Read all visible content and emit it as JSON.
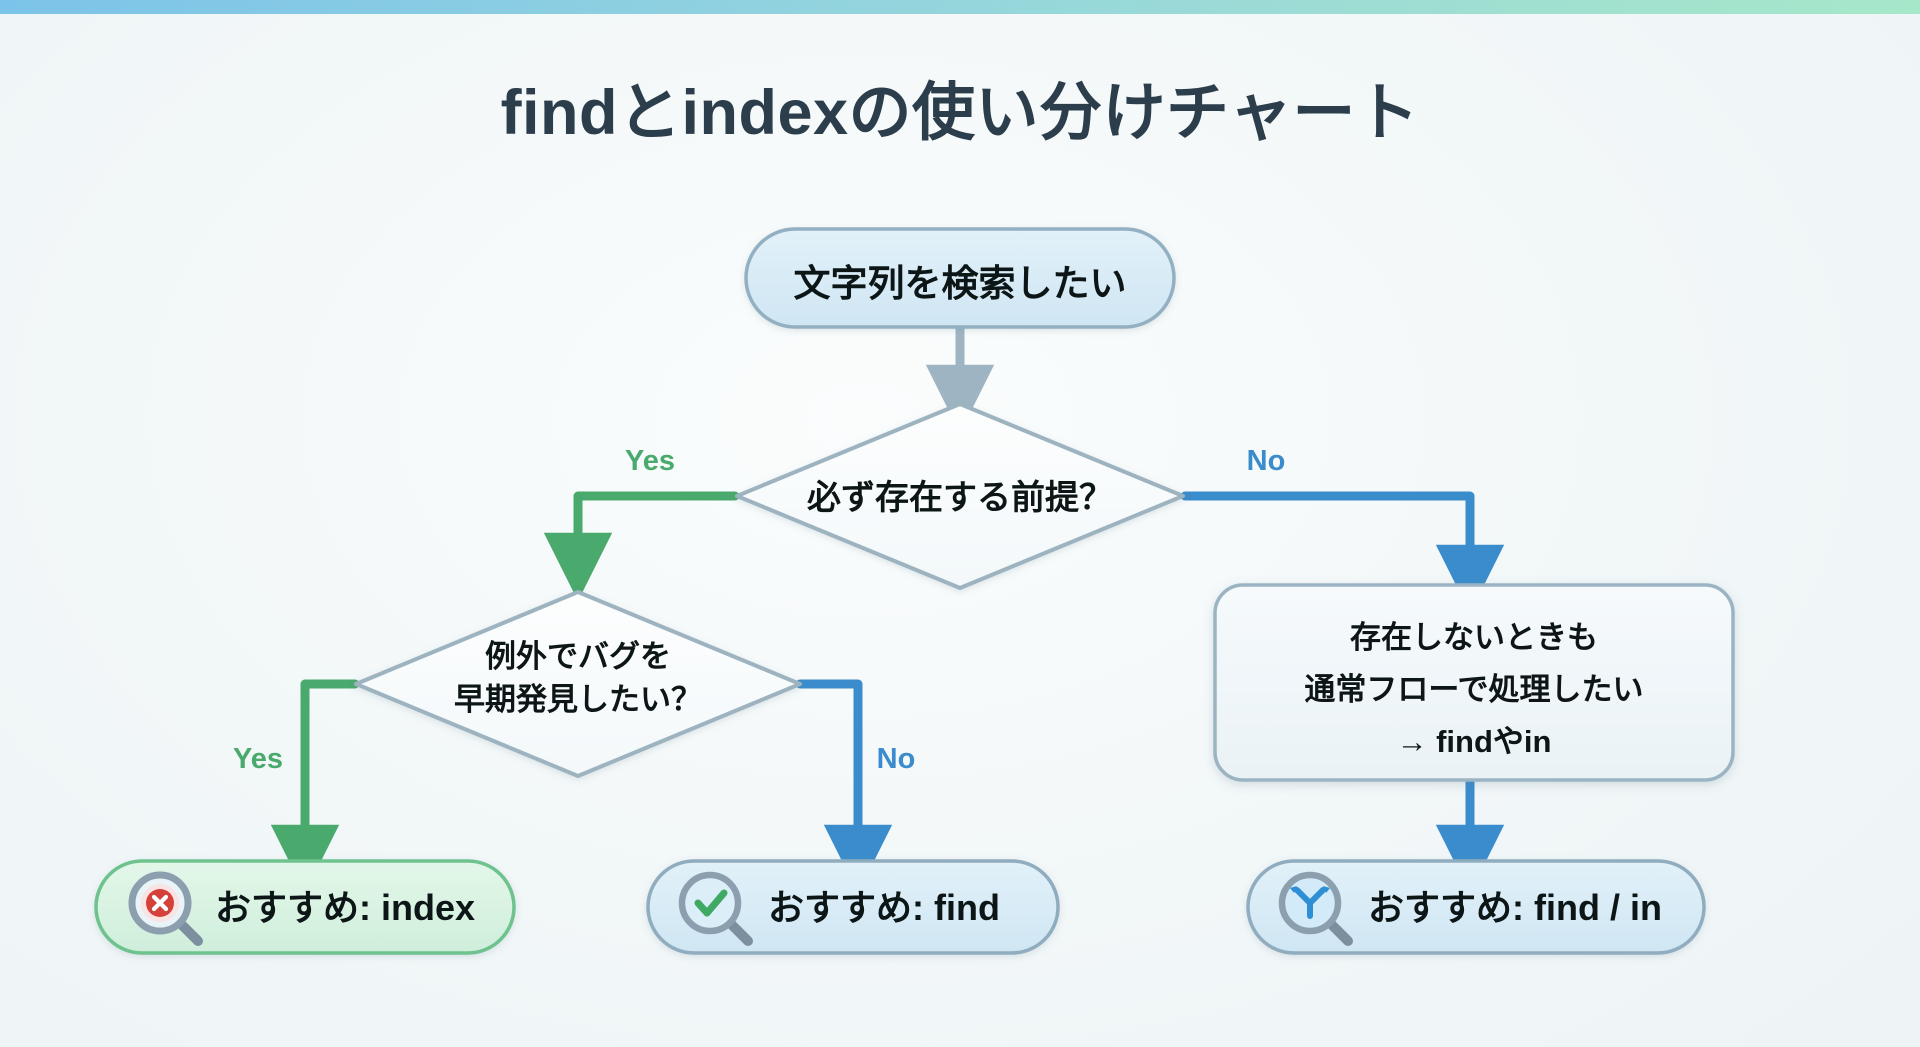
{
  "page": {
    "title": "findとindexの使い分けチャート",
    "background_color": "#f1f6f7",
    "topbar_gradient_from": "#7cc3e9",
    "topbar_gradient_to": "#a7e7c9"
  },
  "colors": {
    "yes_green": "#4aa96c",
    "no_blue": "#3b8ccc",
    "neutral_arrow": "#9fb4c2",
    "node_blue_fill": "#d6eaf6",
    "node_blue_border": "#8fadbf",
    "node_green_fill": "#d7f2e0",
    "node_green_border": "#6ec28e",
    "decision_fill": "#fafcfc",
    "decision_border": "#9db3c0",
    "text": "#101418",
    "title_text": "#2c3e4c"
  },
  "nodes": {
    "start": {
      "label": "文字列を検索したい",
      "shape": "rounded-pill",
      "fill": "#d6eaf6"
    },
    "decision1": {
      "label": "必ず存在する前提？",
      "shape": "diamond",
      "fill": "#fafcfc"
    },
    "decision2": {
      "label_line1": "例外でバグを",
      "label_line2": "早期発見したい？",
      "shape": "diamond",
      "fill": "#fafcfc"
    },
    "process_right": {
      "label_line1": "存在しないときも",
      "label_line2": "通常フローで処理したい",
      "label_line3": "→ findやin",
      "shape": "rounded-rect",
      "fill": "#eef5f8"
    },
    "result_index": {
      "label": "おすすめ: index",
      "icon": "magnifier-error-icon",
      "shape": "rounded-pill",
      "fill": "#d7f2e0"
    },
    "result_find": {
      "label": "おすすめ: find",
      "icon": "magnifier-check-icon",
      "shape": "rounded-pill",
      "fill": "#d6eaf6"
    },
    "result_find_in": {
      "label": "おすすめ: find / in",
      "icon": "magnifier-branch-icon",
      "shape": "rounded-pill",
      "fill": "#d6eaf6"
    }
  },
  "edges": {
    "start_to_decision1": {
      "label": ""
    },
    "decision1_yes": {
      "label": "Yes",
      "color": "#4aa96c"
    },
    "decision1_no": {
      "label": "No",
      "color": "#3b8ccc"
    },
    "decision2_yes": {
      "label": "Yes",
      "color": "#4aa96c"
    },
    "decision2_no": {
      "label": "No",
      "color": "#3b8ccc"
    },
    "process_to_result": {
      "label": "",
      "color": "#3b8ccc"
    }
  }
}
